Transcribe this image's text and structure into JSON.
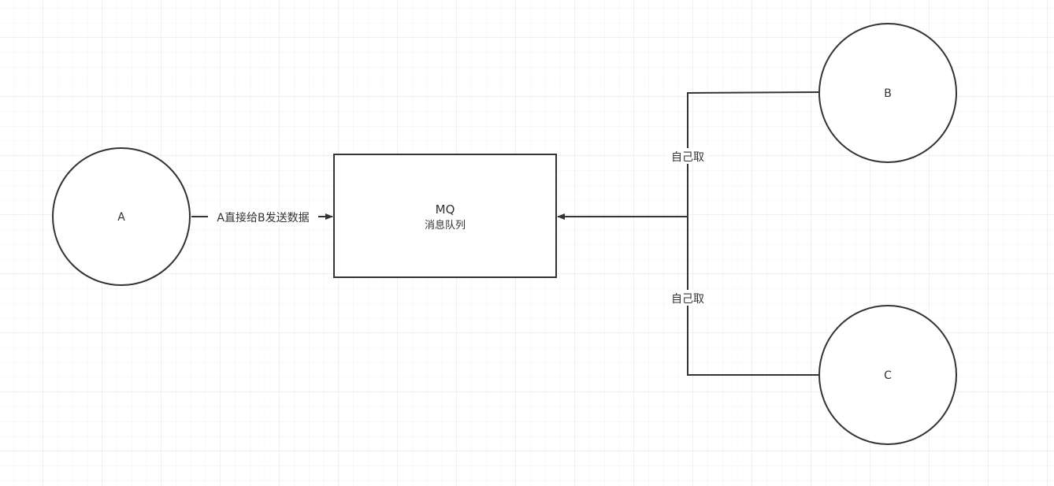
{
  "nodes": {
    "a": {
      "label": "A"
    },
    "b": {
      "label": "B"
    },
    "c": {
      "label": "C"
    },
    "mq": {
      "title": "MQ",
      "subtitle": "消息队列"
    }
  },
  "edges": {
    "a_to_mq": {
      "label": "A直接给B发送数据"
    },
    "b_to_mq": {
      "label": "自己取"
    },
    "c_to_mq": {
      "label": "自己取"
    }
  },
  "colors": {
    "stroke": "#333333",
    "grid_minor": "#f0f0f0",
    "grid_major": "#e2e2e2"
  }
}
